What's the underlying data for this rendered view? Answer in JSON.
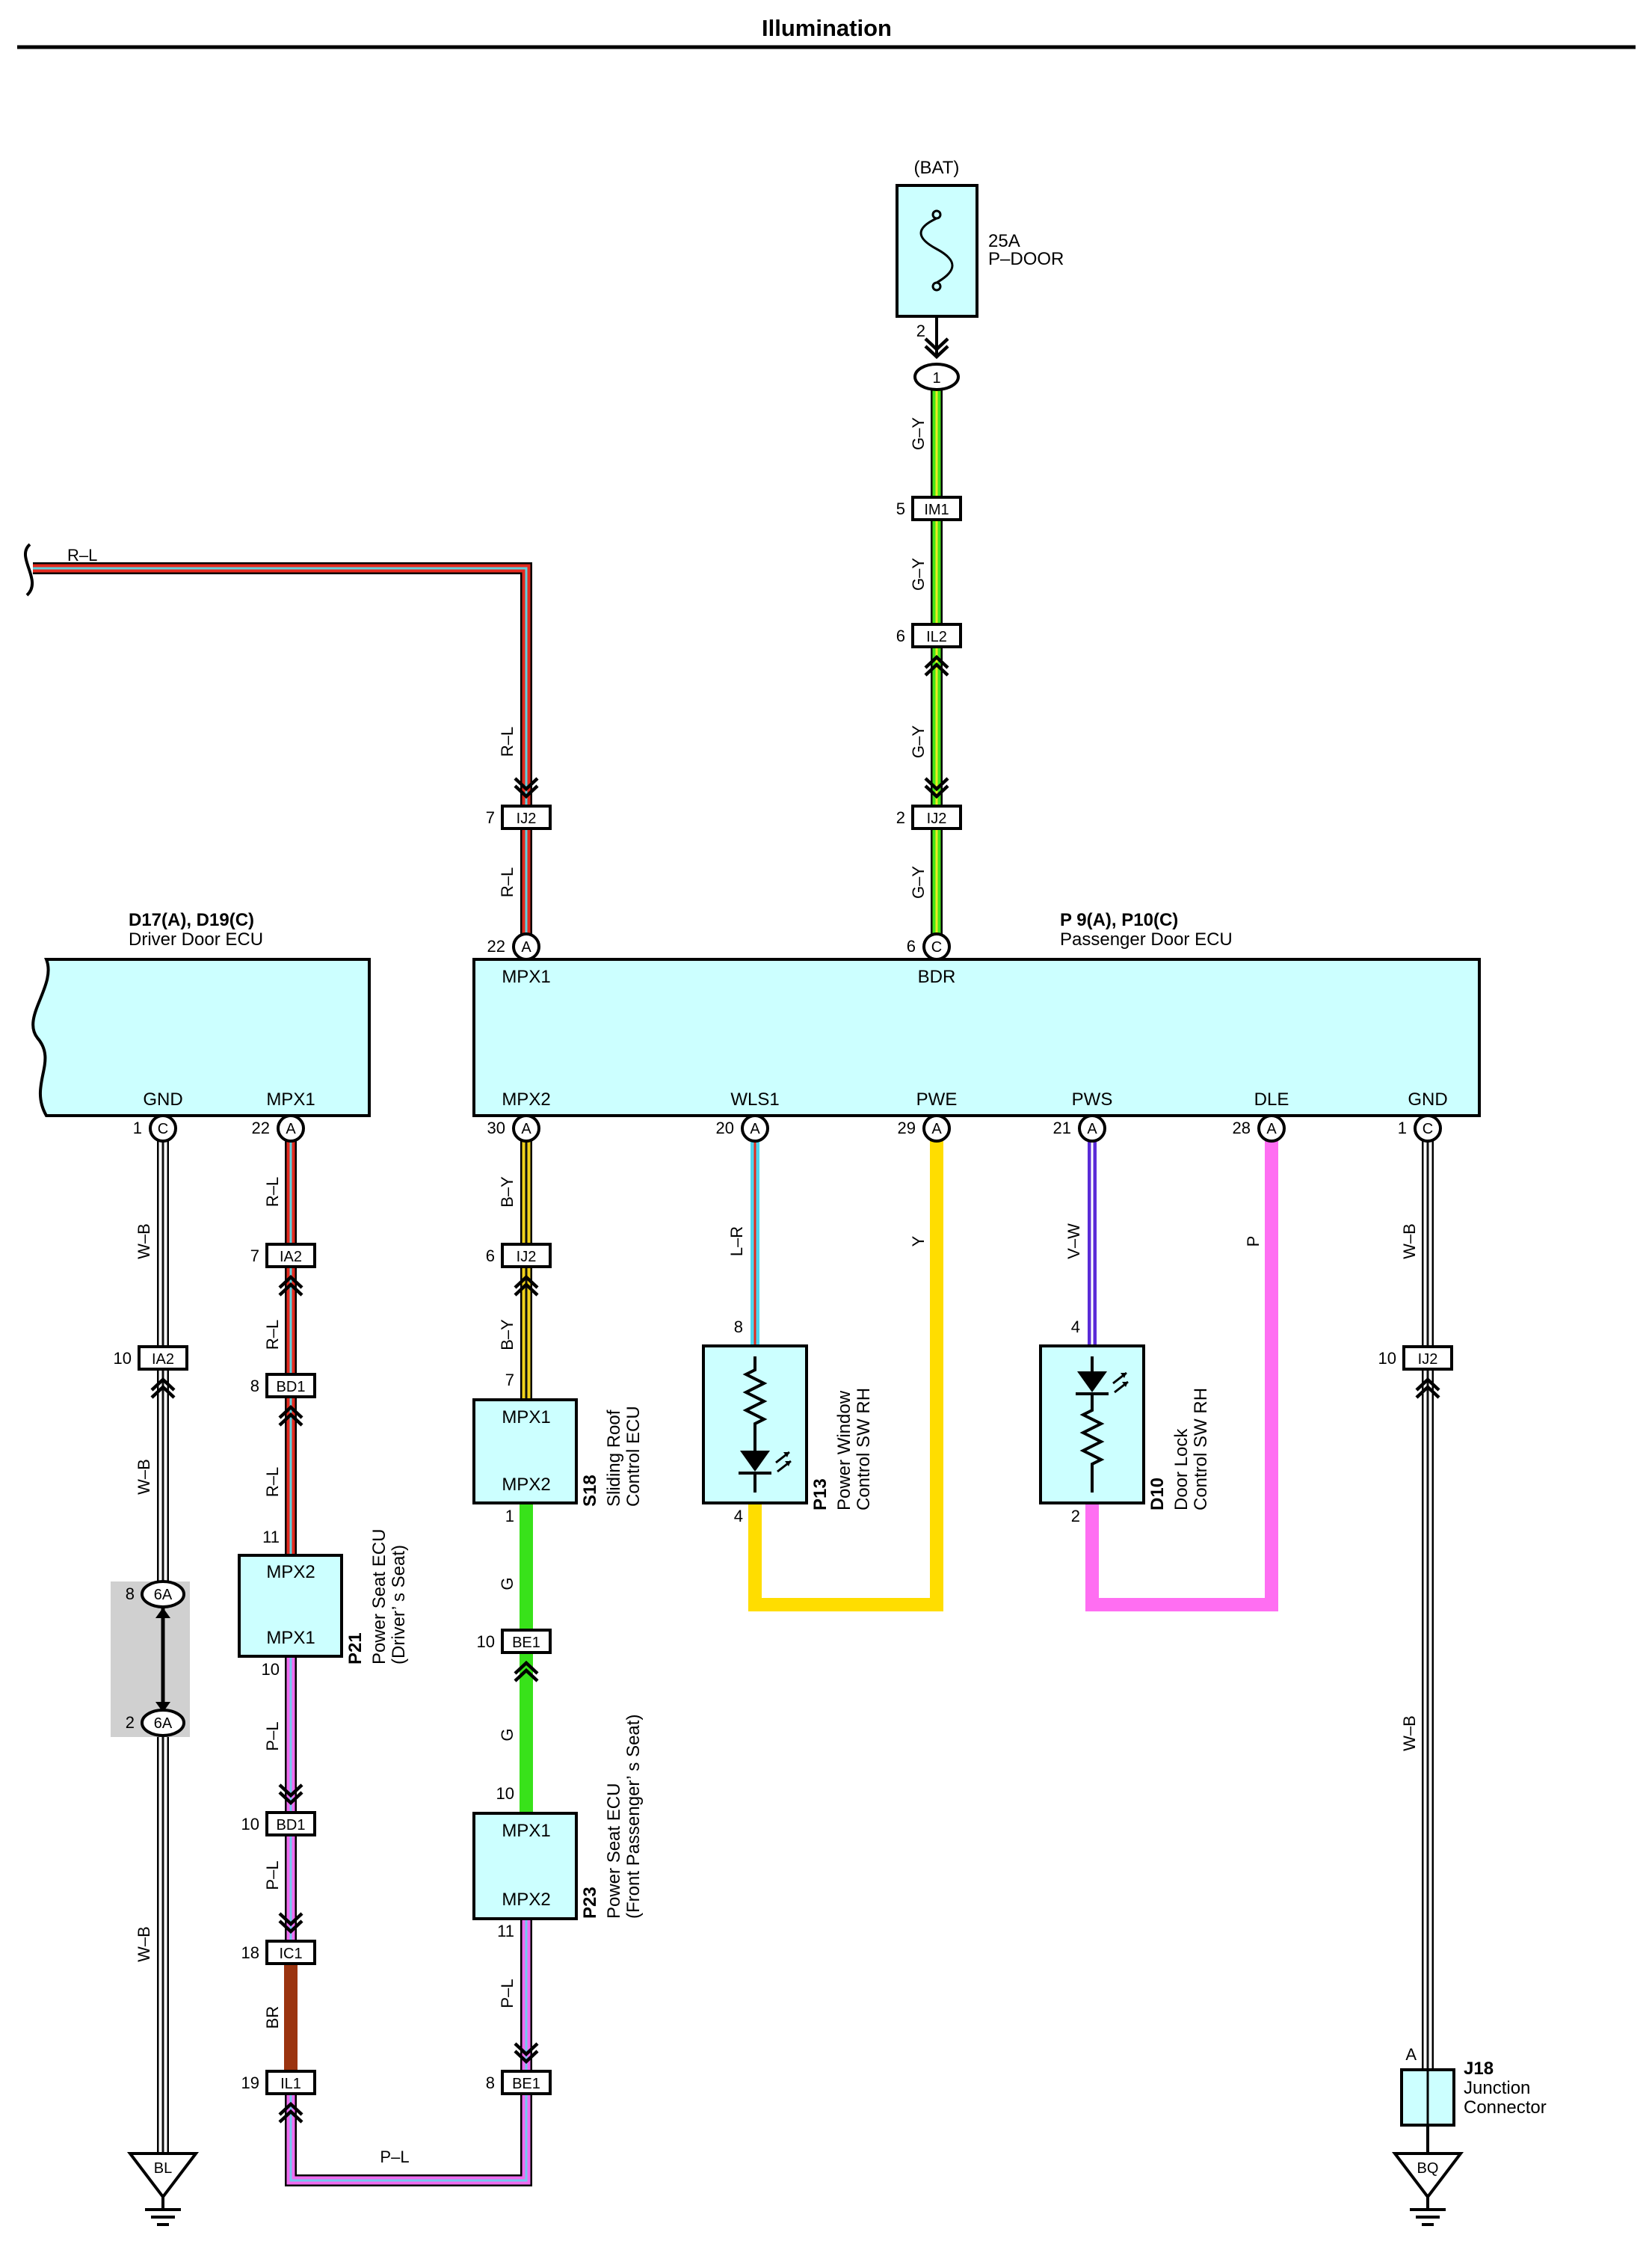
{
  "title": "Illumination",
  "colors": {
    "R-L": [
      "#e32a1f",
      "#5fd0dc"
    ],
    "G-Y": [
      "#46e61a",
      "#ecec20"
    ],
    "B-Y": [
      "#111111",
      "#f0d21c"
    ],
    "W-B": [
      "#ffffff",
      "#111111"
    ],
    "P-L": [
      "#f06cf0",
      "#72c8ef"
    ],
    "L-R": [
      "#4fd6ee",
      "#e32a1f"
    ],
    "V-W": [
      "#5a2bd8",
      "#ffffff"
    ],
    "G": [
      "#38e21a"
    ],
    "Y": [
      "#ffdd00"
    ],
    "P": [
      "#ff6ef2"
    ],
    "BR": [
      "#9b3410"
    ],
    "box_fill": "#ccffff"
  },
  "top_feed": {
    "source": "(BAT)",
    "fuse_rating": "25A",
    "fuse_name": "P–DOOR",
    "fuse_pin": "2",
    "junction": "1",
    "left_wire": "R–L"
  },
  "ecu_driver": {
    "code": "D17(A), D19(C)",
    "name": "Driver Door ECU",
    "pins": [
      {
        "label": "GND",
        "num": "1",
        "conn": "C"
      },
      {
        "label": "MPX1",
        "num": "22",
        "conn": "A"
      }
    ]
  },
  "ecu_passenger": {
    "code": "P 9(A), P10(C)",
    "name": "Passenger Door ECU",
    "top_pins": [
      {
        "label": "MPX1",
        "num": "22",
        "conn": "A"
      },
      {
        "label": "BDR",
        "num": "6",
        "conn": "C"
      }
    ],
    "bottom_pins": [
      {
        "label": "MPX2",
        "num": "30",
        "conn": "A"
      },
      {
        "label": "WLS1",
        "num": "20",
        "conn": "A"
      },
      {
        "label": "PWE",
        "num": "29",
        "conn": "A"
      },
      {
        "label": "PWS",
        "num": "21",
        "conn": "A"
      },
      {
        "label": "DLE",
        "num": "28",
        "conn": "A"
      },
      {
        "label": "GND",
        "num": "1",
        "conn": "C"
      }
    ]
  },
  "connectors": [
    {
      "id": "IM1",
      "num": "5"
    },
    {
      "id": "IL2",
      "num": "6"
    },
    {
      "id": "IJ2",
      "num": "2"
    },
    {
      "id": "IJ2",
      "num": "7"
    },
    {
      "id": "IA2",
      "num": "10"
    },
    {
      "id": "IA2",
      "num": "7"
    },
    {
      "id": "BD1",
      "num": "8"
    },
    {
      "id": "IJ2",
      "num": "6"
    },
    {
      "id": "BE1",
      "num": "10"
    },
    {
      "id": "BD1",
      "num": "10"
    },
    {
      "id": "IC1",
      "num": "18"
    },
    {
      "id": "IL1",
      "num": "19"
    },
    {
      "id": "BE1",
      "num": "8"
    },
    {
      "id": "IJ2",
      "num": "10"
    }
  ],
  "splice": {
    "name": "6A",
    "top_num": "8",
    "bottom_num": "2"
  },
  "wires": {
    "gy": "G–Y",
    "rl": "R–L",
    "wb": "W–B",
    "by": "B–Y",
    "g": "G",
    "pl": "P–L",
    "br": "BR",
    "lr": "L–R",
    "y": "Y",
    "vw": "V–W",
    "p": "P"
  },
  "components": [
    {
      "code": "S18",
      "name": "Sliding Roof",
      "name2": "Control ECU",
      "top": "MPX1",
      "bottom": "MPX2",
      "pin_top": "7",
      "pin_bottom": "1"
    },
    {
      "code": "P21",
      "name": "Power Seat ECU",
      "name2": "(Driver’ s Seat)",
      "top": "MPX2",
      "bottom": "MPX1",
      "pin_top": "11",
      "pin_bottom": "10"
    },
    {
      "code": "P23",
      "name": "Power Seat ECU",
      "name2": "(Front Passenger’ s Seat)",
      "top": "MPX1",
      "bottom": "MPX2",
      "pin_top": "10",
      "pin_bottom": "11"
    },
    {
      "code": "P13",
      "name": "Power Window",
      "name2": "Control SW RH",
      "pin_top": "8",
      "pin_bottom": "4"
    },
    {
      "code": "D10",
      "name": "Door Lock",
      "name2": "Control SW RH",
      "pin_top": "4",
      "pin_bottom": "2"
    },
    {
      "code": "J18",
      "name": "Junction",
      "name2": "Connector",
      "pin_top": "A"
    }
  ],
  "grounds": [
    "BL",
    "BQ"
  ]
}
